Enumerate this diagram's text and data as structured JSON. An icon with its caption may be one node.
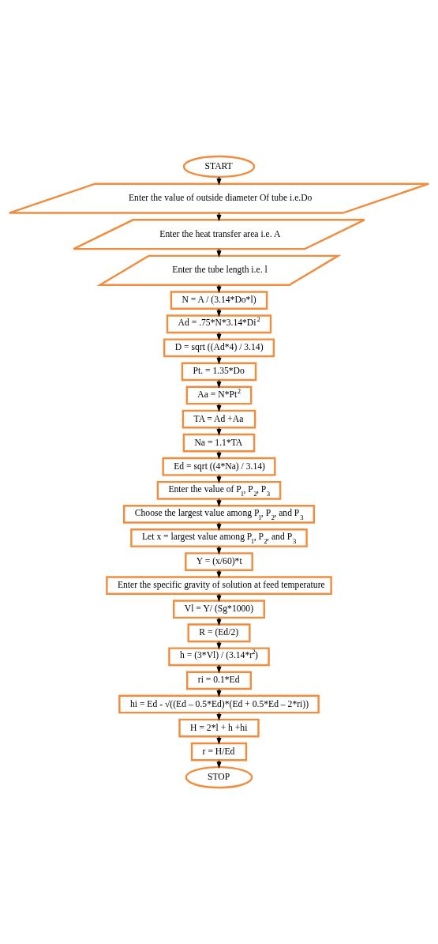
{
  "diagram": {
    "nodes": [
      {
        "text": [
          "START"
        ]
      },
      {
        "text": [
          "Enter the value of outside diameter Of tube i.e.Do"
        ]
      },
      {
        "text": [
          "Enter the heat transfer area i.e. A"
        ]
      },
      {
        "text": [
          "Enter the tube length i.e. l"
        ]
      },
      {
        "text": [
          "N = A / (3.14*Do*l)"
        ]
      },
      {
        "text": [
          "Ad = .75*N*3.14*Di$^{2}$"
        ]
      },
      {
        "text": [
          "D = sqrt ((Ad*4) / 3.14)"
        ]
      },
      {
        "text": [
          "Pt. = 1.35*Do"
        ]
      },
      {
        "text": [
          "Aa = N*Pt$^{2}$"
        ]
      },
      {
        "text": [
          "TA = Ad +Aa"
        ]
      },
      {
        "text": [
          "Na = 1.1*TA"
        ]
      },
      {
        "text": [
          "Ed = sqrt ((4*Na) / 3.14)"
        ]
      },
      {
        "text": [
          "Enter the value of P$_{1}$, P$_{2}$, P$_{3}$"
        ]
      },
      {
        "text": [
          "Choose the largest value among P$_{1}$, P$_{2}$, and P$_{3}$"
        ]
      },
      {
        "text": [
          "Let x = largest value among P$_{1}$, P$_{2}$, and P$_{3}$"
        ]
      },
      {
        "text": [
          "Y = (x/60)*t"
        ]
      },
      {
        "text": [
          "Enter the specific gravity of solution at feed temperature"
        ]
      },
      {
        "text": [
          "Vl = Y/ (Sg*1000)"
        ]
      },
      {
        "text": [
          "R = (Ed/2)"
        ]
      },
      {
        "text": [
          "h = (3*Vl) / (3.14*r$^{2}$)"
        ]
      },
      {
        "text": [
          "ri = 0.1*Ed"
        ]
      },
      {
        "text": [
          "hi = Ed - √((Ed – 0.5*Ed)*(Ed + 0.5*Ed – 2*ri))"
        ]
      },
      {
        "text": [
          "H = 2*l + h +hi"
        ]
      },
      {
        "text": [
          "r = H/Ed"
        ]
      },
      {
        "text": [
          "STOP"
        ]
      }
    ],
    "edges": [
      {
        "from": 0,
        "to": 1,
        "arrow": "to"
      },
      {
        "from": 1,
        "to": 2,
        "arrow": "to"
      },
      {
        "from": 2,
        "to": 3,
        "arrow": "to"
      },
      {
        "from": 3,
        "to": 4,
        "arrow": "to"
      },
      {
        "from": 4,
        "to": 5,
        "arrow": "to"
      },
      {
        "from": 5,
        "to": 6,
        "arrow": "to"
      },
      {
        "from": 6,
        "to": 7,
        "arrow": "to"
      },
      {
        "from": 7,
        "to": 8,
        "arrow": "to"
      },
      {
        "from": 8,
        "to": 9,
        "arrow": "to"
      },
      {
        "from": 9,
        "to": 10,
        "arrow": "to"
      },
      {
        "from": 10,
        "to": 11,
        "arrow": "to"
      },
      {
        "from": 11,
        "to": 12,
        "arrow": "to"
      },
      {
        "from": 12,
        "to": 13,
        "arrow": "to"
      },
      {
        "from": 13,
        "to": 14,
        "arrow": "to"
      },
      {
        "from": 14,
        "to": 15,
        "arrow": "to"
      },
      {
        "from": 15,
        "to": 16,
        "arrow": "to"
      },
      {
        "from": 16,
        "to": 17,
        "arrow": "to"
      },
      {
        "from": 17,
        "to": 18,
        "arrow": "to"
      },
      {
        "from": 18,
        "to": 19,
        "arrow": "to"
      },
      {
        "from": 19,
        "to": 20,
        "arrow": "to"
      },
      {
        "from": 20,
        "to": 21,
        "arrow": "to"
      },
      {
        "from": 21,
        "to": 22,
        "arrow": "to"
      },
      {
        "from": 22,
        "to": 23,
        "arrow": "to"
      },
      {
        "from": 23,
        "to": 24,
        "arrow": "to"
      }
    ]
  }
}
